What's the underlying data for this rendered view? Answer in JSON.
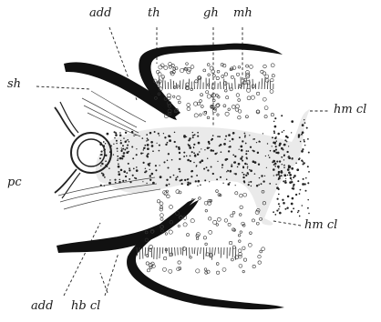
{
  "figure": {
    "ink_color": "#111111",
    "paper_color": "#ffffff",
    "labels": {
      "add_top": "add",
      "th": "th",
      "gh": "gh",
      "mh": "mh",
      "sh": "sh",
      "hm_cl_top": "hm cl",
      "pc": "pc",
      "hm_cl_bottom": "hm cl",
      "add_bottom": "add",
      "hb_cl": "hb cl"
    }
  }
}
